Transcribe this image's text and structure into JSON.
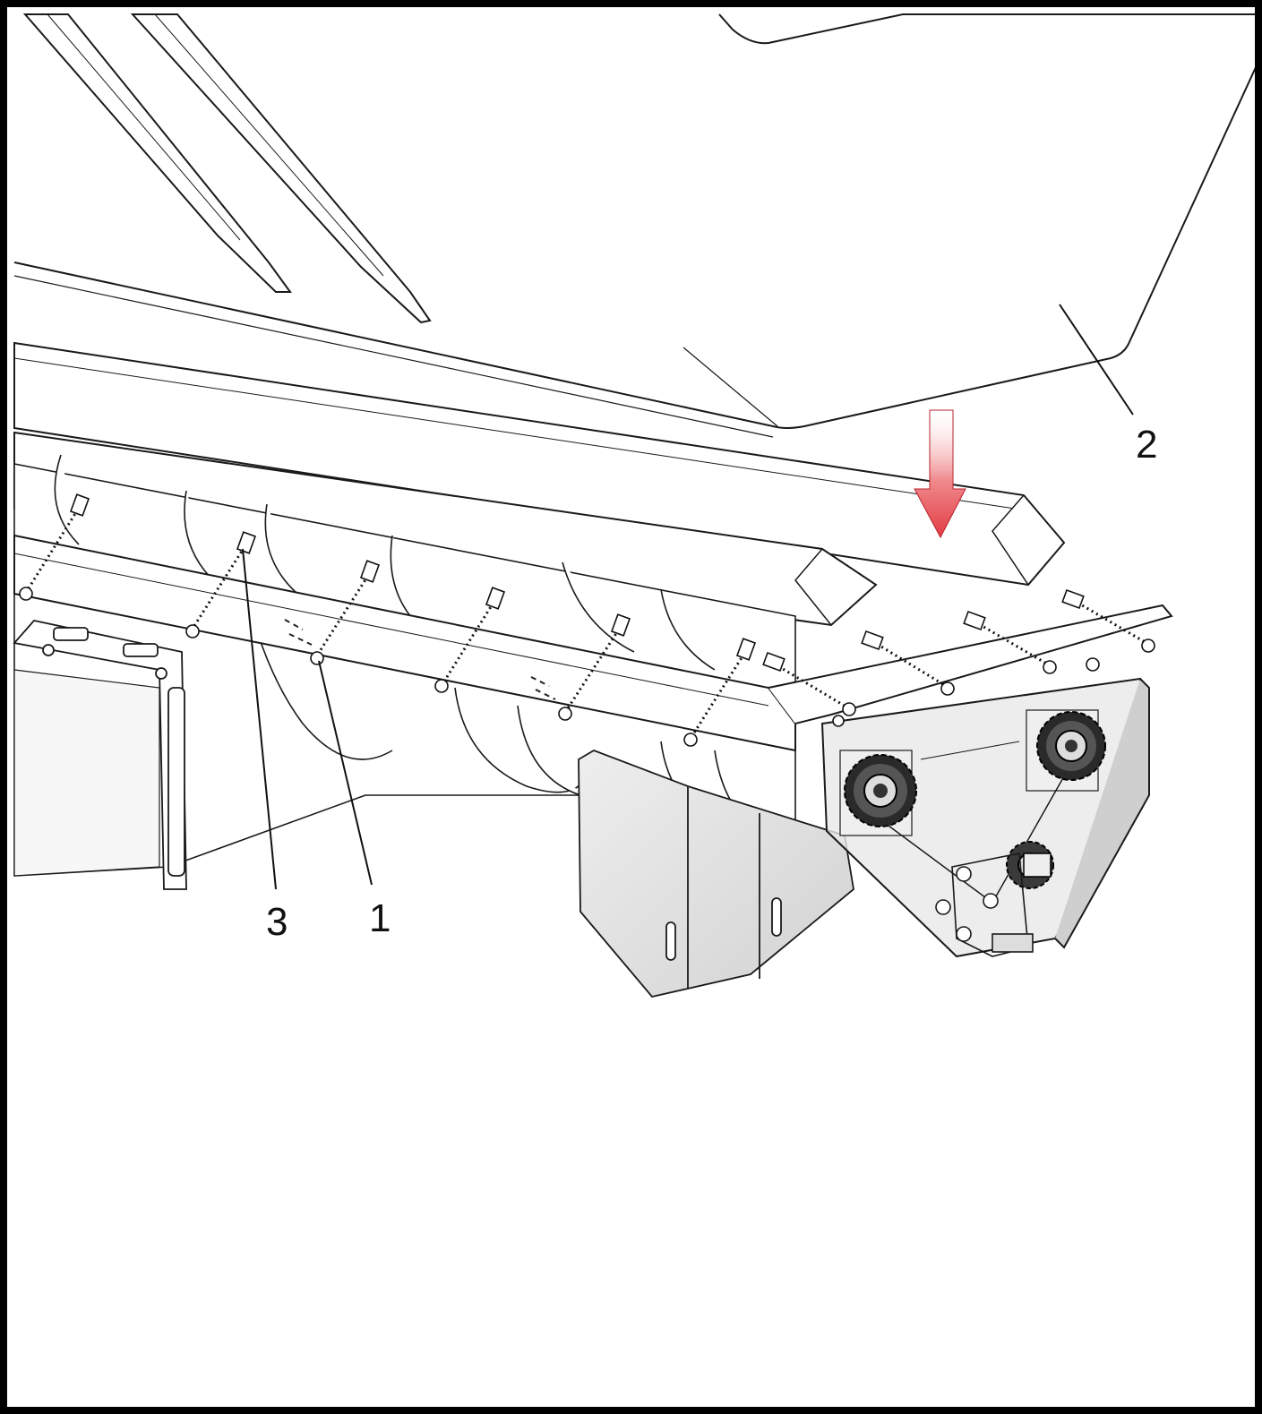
{
  "callouts": {
    "c1": "1",
    "c2": "2",
    "c3": "3"
  },
  "colors": {
    "arrow": "#e8565b",
    "line": "#1a1a1a",
    "part_gray": "#d9d9d9",
    "shield_gray": "#e4e4e4"
  },
  "icons": {
    "assembly_direction": "down-arrow-icon"
  }
}
